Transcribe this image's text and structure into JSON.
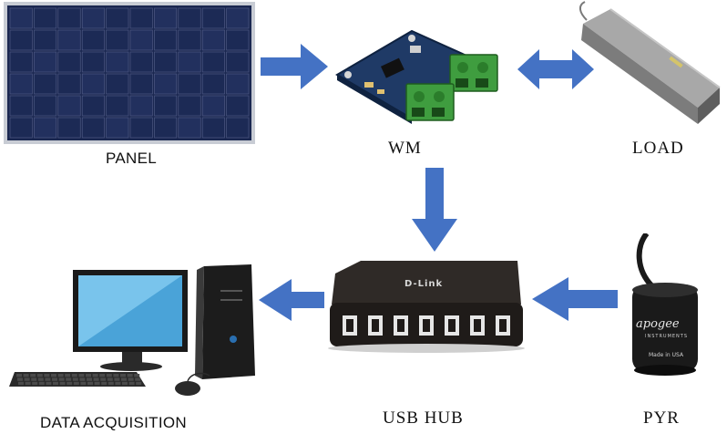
{
  "labels": {
    "panel": "PANEL",
    "wm": "WM",
    "load": "LOAD",
    "usb_hub": "USB HUB",
    "pyr": "PYR",
    "data_acquisition": "DATA ACQUISITION"
  },
  "device_marks": {
    "hub_brand": "D-Link",
    "sensor_brand": "apogee",
    "sensor_sub": "INSTRUMENTS",
    "sensor_origin": "Made in USA"
  },
  "colors": {
    "arrow": "#4472c4",
    "panel_cell": "#1a2750",
    "pcb": "#1f3a66",
    "terminal": "#3f9d3f",
    "load_body": "#9a9a9a",
    "hub_body": "#2a2624",
    "sensor_body": "#1a1a1a"
  }
}
